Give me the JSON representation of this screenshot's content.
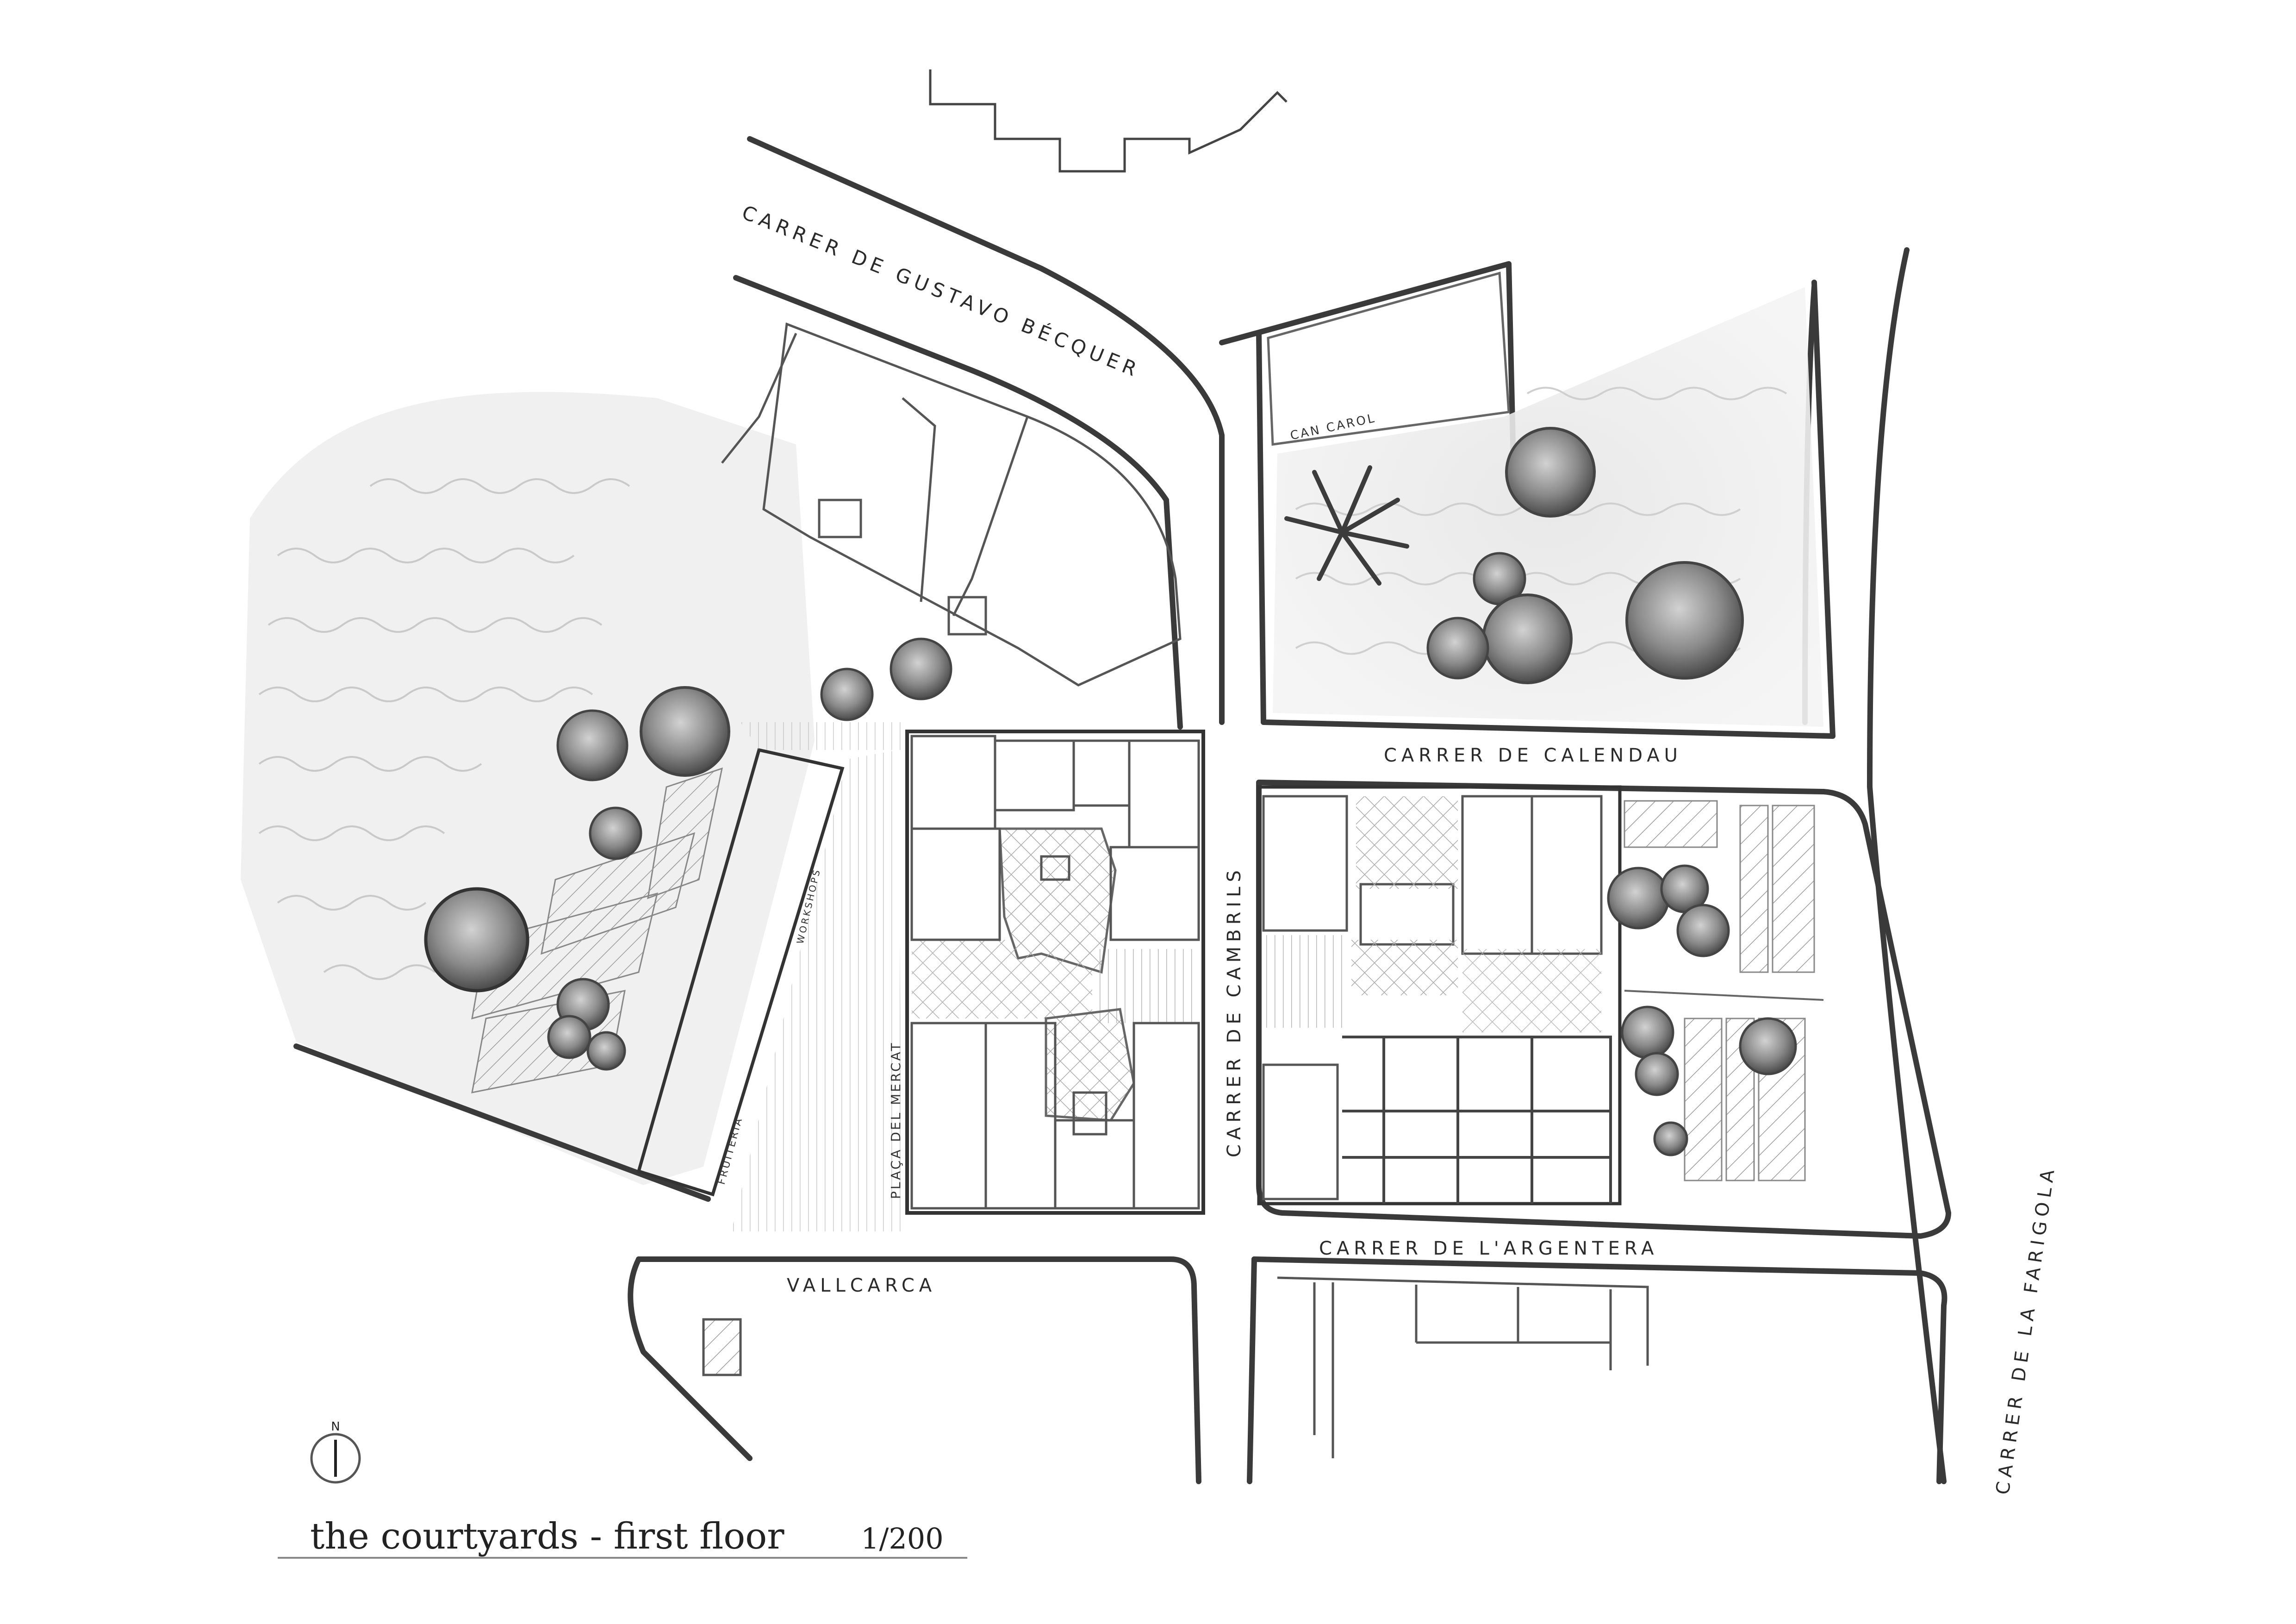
{
  "streets": {
    "gustavo_becquer": "CARRER DE GUSTAVO BÉCQUER",
    "calendau": "CARRER DE CALENDAU",
    "cambrils": "CARRER DE CAMBRILS",
    "argentera": "CARRER DE L'ARGENTERA",
    "farigola": "CARRER DE LA FARIGOLA",
    "vallcarca": "VALLCARCA",
    "placa_mercat": "PLAÇA DEL MERCAT"
  },
  "labels": {
    "can_carol": "CAN CAROL",
    "fruiteria": "FRUITERIA",
    "workshops": "WORKSHOPS"
  },
  "north": {
    "label": "N"
  },
  "title": {
    "text": "the courtyards - first floor",
    "scale": "1/200"
  }
}
